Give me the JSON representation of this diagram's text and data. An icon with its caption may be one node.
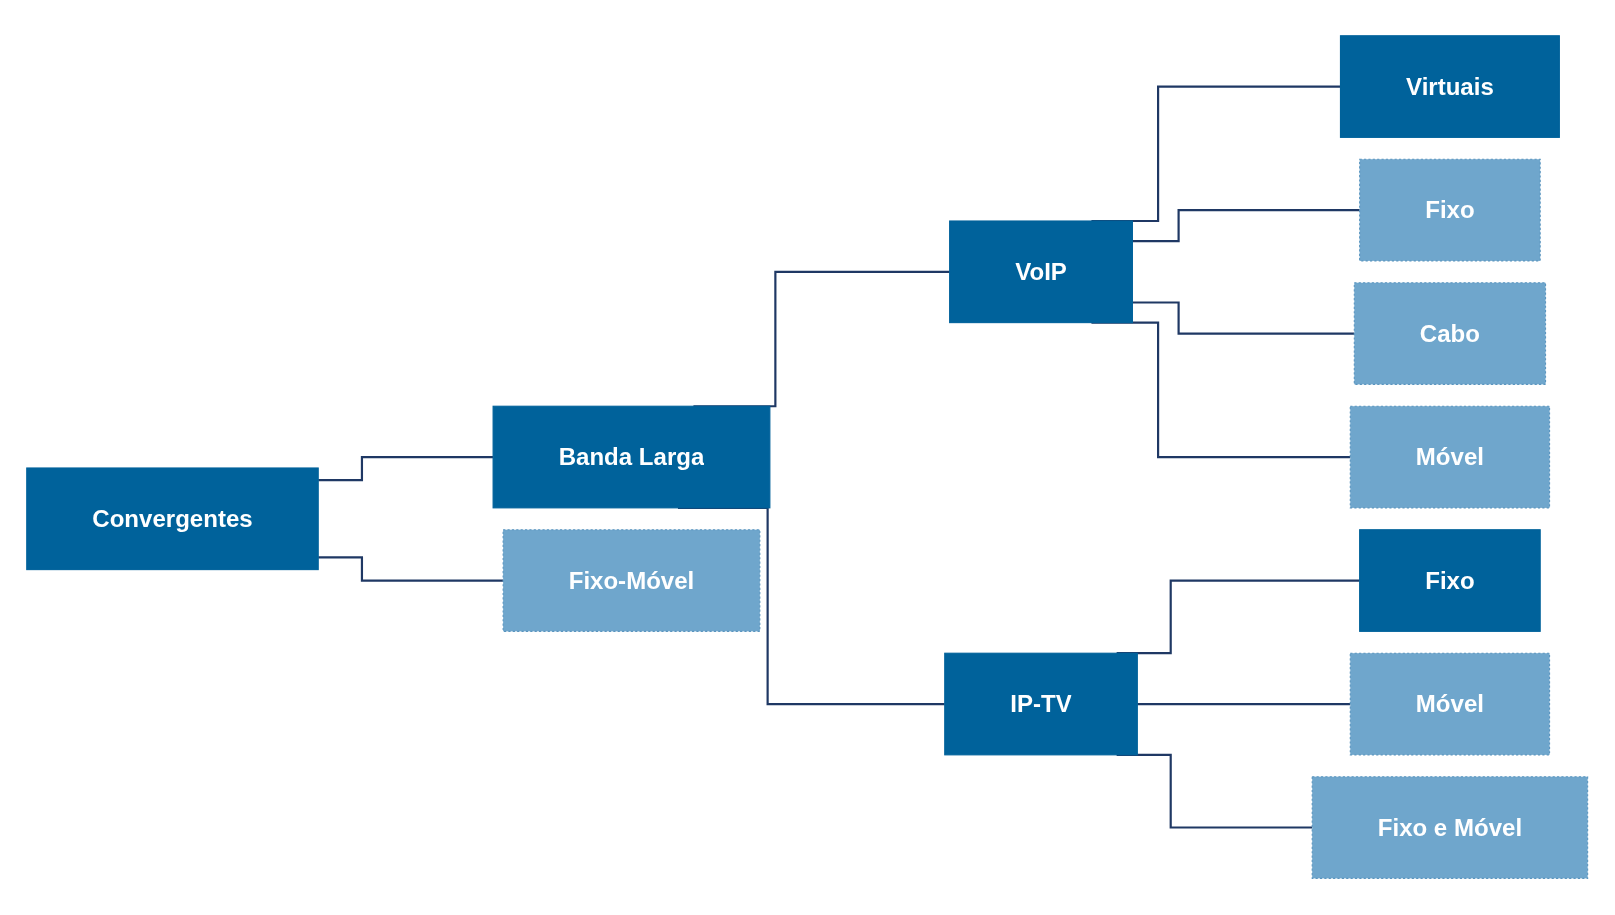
{
  "diagram": {
    "nodes": [
      {
        "text": [
          "Convergentes"
        ]
      },
      {
        "text": [
          "Banda Larga"
        ]
      },
      {
        "text": [
          "Fixo-Móvel"
        ]
      },
      {
        "text": [
          "VoIP"
        ]
      },
      {
        "text": [
          "IP-TV"
        ]
      },
      {
        "text": [
          "Virtuais"
        ]
      },
      {
        "text": [
          "Fixo"
        ]
      },
      {
        "text": [
          "Cabo"
        ]
      },
      {
        "text": [
          "Móvel"
        ]
      },
      {
        "text": [
          "Fixo"
        ]
      },
      {
        "text": [
          "Móvel"
        ]
      },
      {
        "text": [
          "Fixo e Móvel"
        ]
      }
    ],
    "edges": [
      {
        "from": 0,
        "to": 1,
        "arrow": "none"
      },
      {
        "from": 0,
        "to": 2,
        "arrow": "none"
      },
      {
        "from": 1,
        "to": 3,
        "arrow": "none"
      },
      {
        "from": 1,
        "to": 4,
        "arrow": "none"
      },
      {
        "from": 3,
        "to": 5,
        "arrow": "none"
      },
      {
        "from": 3,
        "to": 6,
        "arrow": "none"
      },
      {
        "from": 3,
        "to": 7,
        "arrow": "none"
      },
      {
        "from": 3,
        "to": 8,
        "arrow": "none"
      },
      {
        "from": 4,
        "to": 9,
        "arrow": "none"
      },
      {
        "from": 4,
        "to": 10,
        "arrow": "none"
      },
      {
        "from": 4,
        "to": 11,
        "arrow": "none"
      }
    ]
  }
}
